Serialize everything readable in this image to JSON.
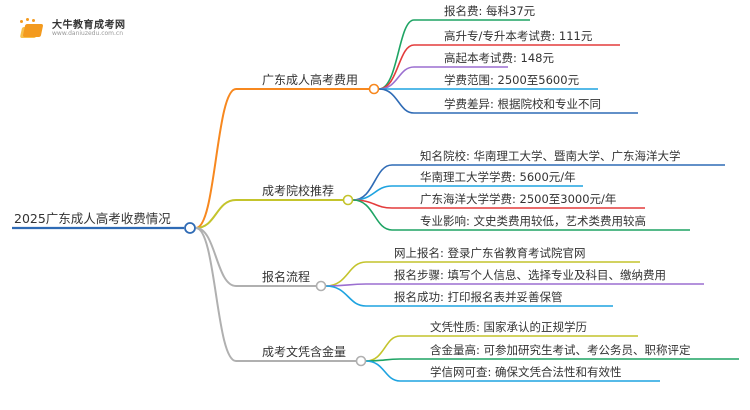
{
  "logo": {
    "name": "大牛教育成考网",
    "url": "www.daniuzedu.com.cn"
  },
  "root": {
    "label": "2025广东成人高考收费情况",
    "color": "#2f6bb5"
  },
  "branches": [
    {
      "label": "广东成人高考费用",
      "color": "#f7881f",
      "children": [
        {
          "label": "报名费: 每科37元",
          "color": "#1ea464"
        },
        {
          "label": "高升专/专升本考试费: 111元",
          "color": "#e33c3c"
        },
        {
          "label": "高起本考试费: 148元",
          "color": "#9b6fd0"
        },
        {
          "label": "学费范围: 2500至5600元",
          "color": "#1ea3e0"
        },
        {
          "label": "学费差异: 根据院校和专业不同",
          "color": "#2f6bb5"
        }
      ]
    },
    {
      "label": "成考院校推荐",
      "color": "#c4c42c",
      "children": [
        {
          "label": "知名院校: 华南理工大学、暨南大学、广东海洋大学",
          "color": "#2f6bb5"
        },
        {
          "label": "华南理工大学学费: 5600元/年",
          "color": "#1ea3e0"
        },
        {
          "label": "广东海洋大学学费: 2500至3000元/年",
          "color": "#e33c3c"
        },
        {
          "label": "专业影响: 文史类费用较低，艺术类费用较高",
          "color": "#1ea464"
        }
      ]
    },
    {
      "label": "报名流程",
      "color": "#b0b0b0",
      "children": [
        {
          "label": "网上报名: 登录广东省教育考试院官网",
          "color": "#c4c42c"
        },
        {
          "label": "报名步骤: 填写个人信息、选择专业及科目、缴纳费用",
          "color": "#9b6fd0"
        },
        {
          "label": "报名成功: 打印报名表并妥善保管",
          "color": "#1ea3e0"
        }
      ]
    },
    {
      "label": "成考文凭含金量",
      "color": "#b0b0b0",
      "children": [
        {
          "label": "文凭性质: 国家承认的正规学历",
          "color": "#c4c42c"
        },
        {
          "label": "含金量高: 可参加研究生考试、考公务员、职称评定",
          "color": "#1ea464"
        },
        {
          "label": "学信网可查: 确保文凭合法性和有效性",
          "color": "#1ea3e0"
        }
      ]
    }
  ]
}
